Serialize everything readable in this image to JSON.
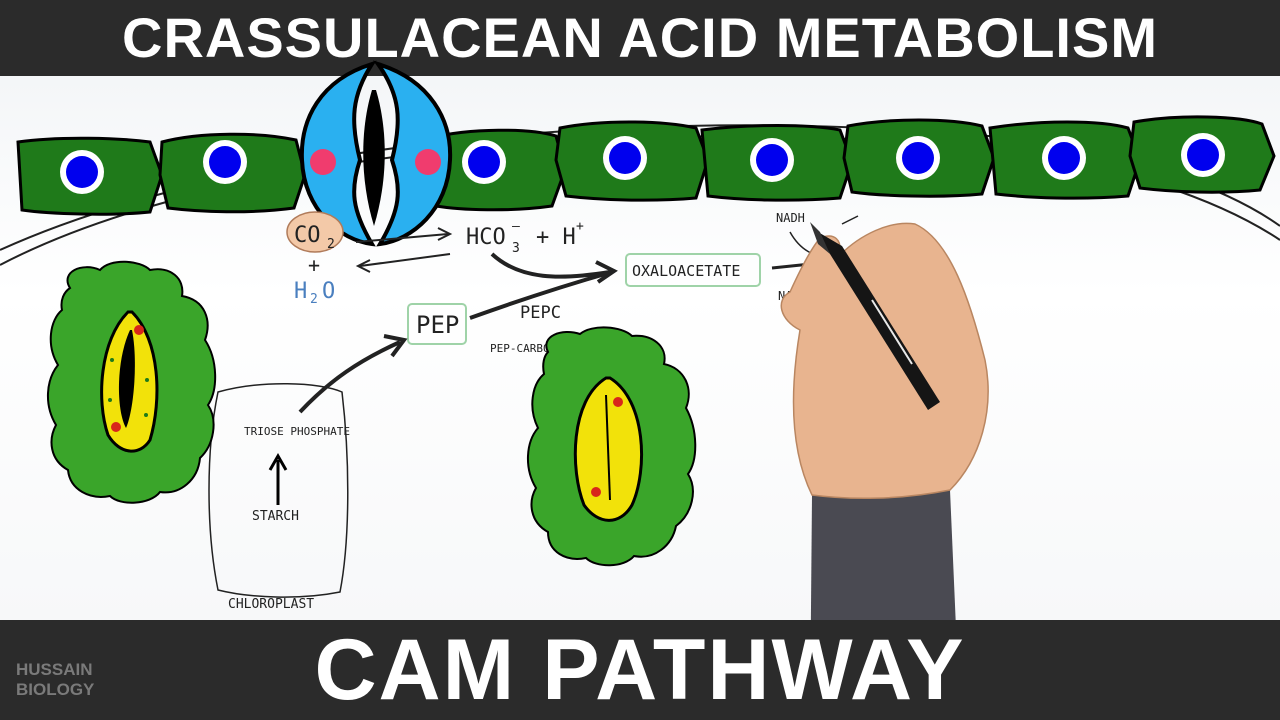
{
  "header": {
    "title": "CRASSULACEAN ACID METABOLISM"
  },
  "footer": {
    "title": "CAM PATHWAY",
    "brand_line1": "HUSSAIN",
    "brand_line2": "BIOLOGY"
  },
  "diagram": {
    "co2": "CO",
    "co2_sub": "2",
    "plus": "+",
    "water": "H",
    "water_sub1": "2",
    "water_o": "O",
    "bicarbonate": "HCO",
    "bicarbonate_sub": "3",
    "bicarbonate_sup": "–",
    "plus_h": "+ H",
    "h_sup": "+",
    "pep": "PEP",
    "pepc": "PEPC",
    "pepc_full": "PEP-CARBOXYLASE",
    "oxaloacetate": "OXALOACETATE",
    "nadh": "NADH",
    "nad": "NAD",
    "triose": "TRIOSE PHOSPHATE",
    "starch": "STARCH",
    "chloroplast": "CHLOROPLAST"
  },
  "colors": {
    "banner": "#2b2b2b",
    "cell_green": "#1f7a1a",
    "stomata_green": "#3aa52a",
    "nucleus_blue": "#0000ee",
    "guard_cell_blue": "#2ab0f0",
    "yellow": "#f2e20a",
    "red_dot": "#d8261b",
    "pink_dot": "#f03c6e"
  }
}
